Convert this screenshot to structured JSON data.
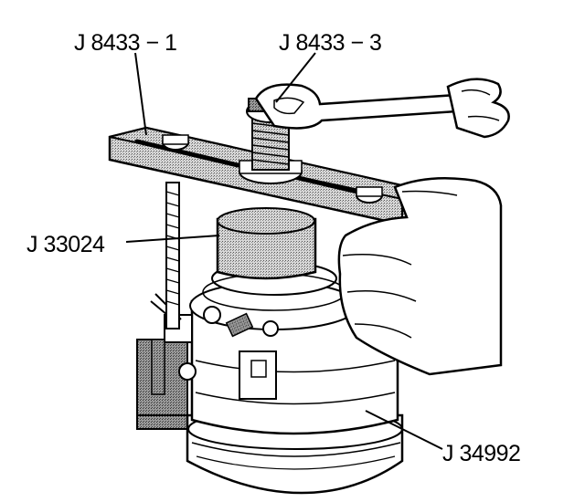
{
  "labels": {
    "bar": "J 8433 − 1",
    "screw": "J 8433 − 3",
    "plate": "J 33024",
    "holder": "J 34992"
  },
  "colors": {
    "ink": "#000000",
    "screen_light": "#d4d4d4",
    "screen_mid": "#a8a8a8",
    "paper": "#ffffff"
  }
}
